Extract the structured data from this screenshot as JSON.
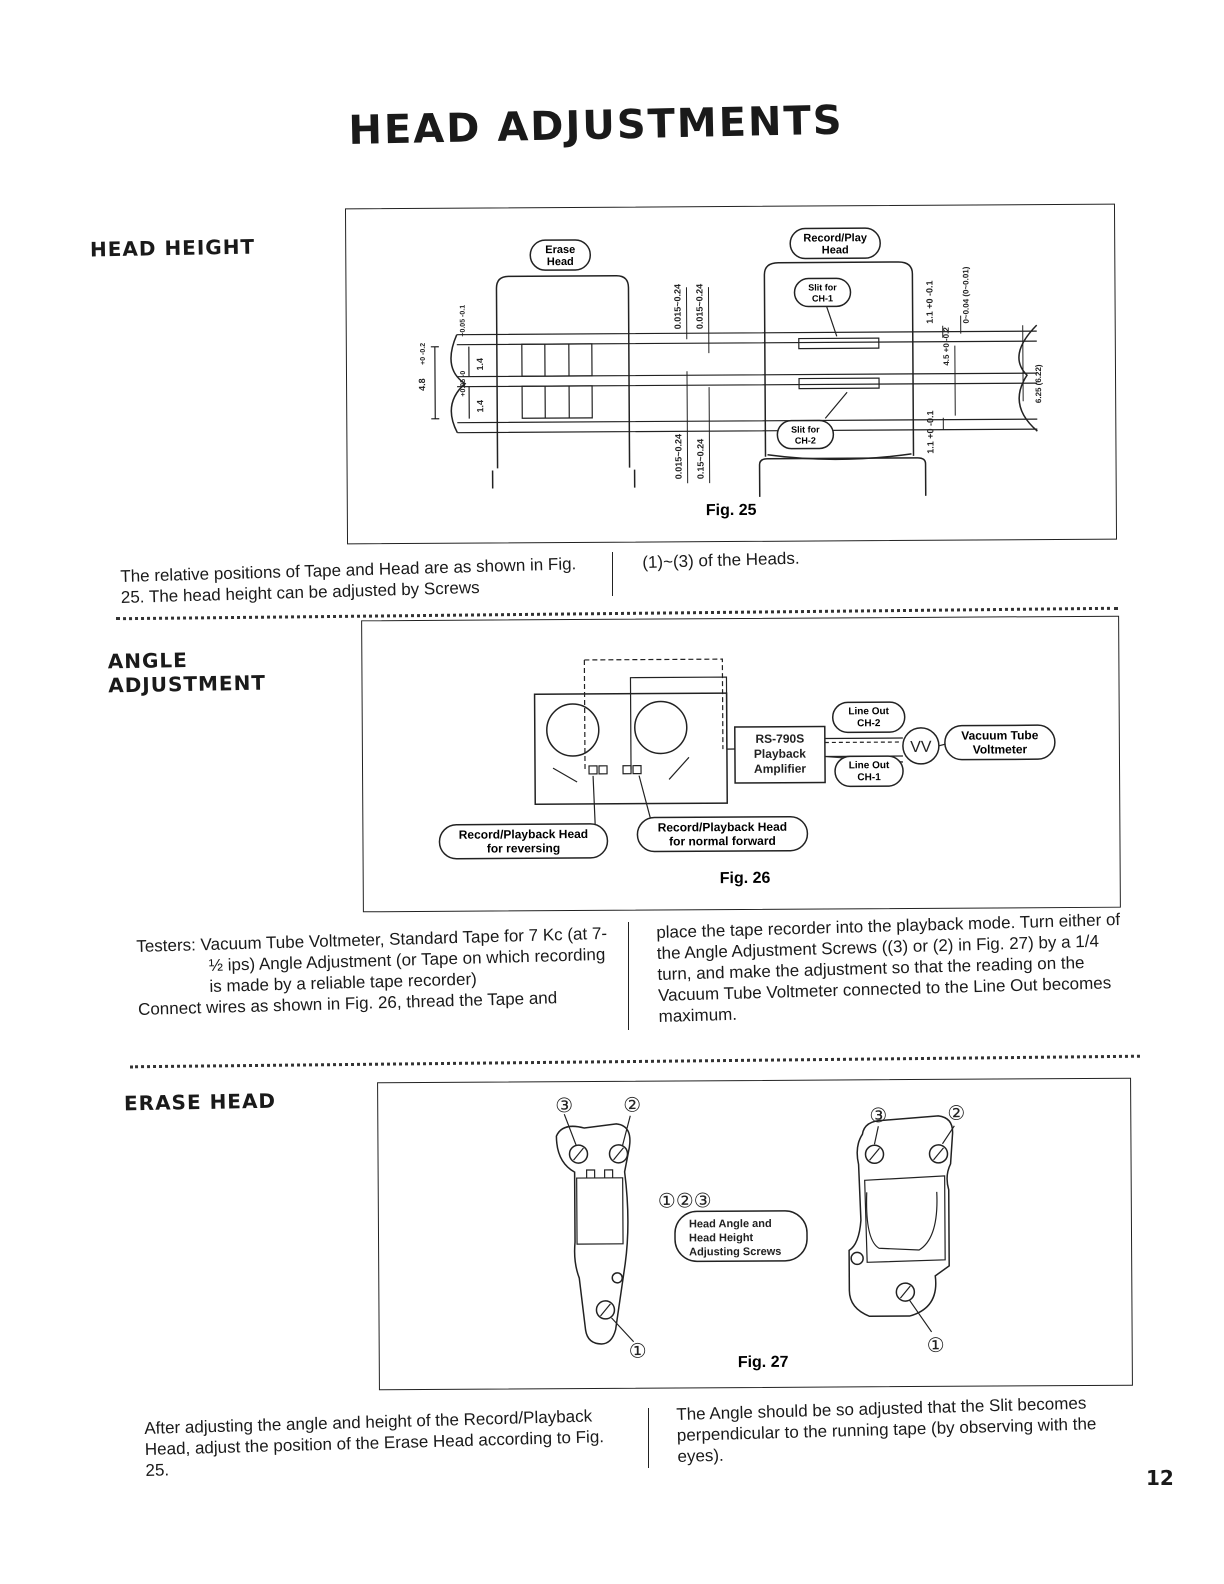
{
  "page": {
    "title": "HEAD ADJUSTMENTS",
    "number": "12"
  },
  "head_height": {
    "title": "HEAD HEIGHT",
    "figure": {
      "label": "Fig. 25",
      "callouts": {
        "erase_head": [
          "Erase",
          "Head"
        ],
        "record_play_head": [
          "Record/Play",
          "Head"
        ],
        "slit_ch1": [
          "Slit for",
          "CH-1"
        ],
        "slit_ch2": [
          "Slit for",
          "CH-2"
        ]
      },
      "dimensions": {
        "d_4_8": "4.8",
        "d_4_8_tol": "+0 -0.2",
        "d_1_4_upper": "1.4",
        "d_1_4_upper_tol": "+0.05 -0.1",
        "d_1_4_lower": "1.4",
        "d_1_4_lower_tol": "+0.05 -0",
        "top_a": "0.015~0.24",
        "top_b": "0.015~0.24",
        "bottom_a": "0.015~0.24",
        "bottom_b": "0.15~0.24",
        "right_top": "1.1 +0 -0.1",
        "right_bottom": "1.1 +0 -0.1",
        "right_gap": "0~0.04 (0~0.01)",
        "right_4_5": "4.5 +0 -0.2",
        "tape_width": "6.25 (6.22)"
      }
    },
    "text_left": "The relative positions of Tape and Head are as shown in Fig. 25.  The head height can be adjusted by Screws",
    "text_right": "(1)~(3) of the Heads."
  },
  "angle_adjustment": {
    "title_lines": [
      "ANGLE",
      "ADJUSTMENT"
    ],
    "figure": {
      "label": "Fig. 26",
      "amplifier": [
        "RS-790S",
        "Playback",
        "Amplifier"
      ],
      "line_out_ch2": [
        "Line Out",
        "CH-2"
      ],
      "line_out_ch1": [
        "Line Out",
        "CH-1"
      ],
      "vtvm_symbol": "VV",
      "vtvm_label": [
        "Vacuum Tube",
        "Voltmeter"
      ],
      "head_reversing": [
        "Record/Playback Head",
        "for reversing"
      ],
      "head_forward": [
        "Record/Playback Head",
        "for normal forward"
      ]
    },
    "testers_label": "Testers:",
    "testers_text": "Vacuum Tube Voltmeter, Standard Tape for 7 Kc (at 7-½ ips) Angle Adjustment (or Tape on which recording is made by a reliable tape recorder)",
    "text_left_cont": "Connect wires as shown in Fig. 26, thread the Tape and",
    "text_right": "place the tape recorder into the playback mode.  Turn either of the Angle Adjustment Screws ((3) or (2) in Fig. 27) by a 1/4 turn, and make the adjustment so that the reading on the Vacuum Tube Voltmeter connected to the Line Out becomes maximum."
  },
  "erase_head": {
    "title": "ERASE HEAD",
    "figure": {
      "label": "Fig. 27",
      "screw_1": "①",
      "screw_2": "②",
      "screw_3": "③",
      "screws_legend": "①②③",
      "callout": [
        "Head Angle and",
        "Head Height",
        "Adjusting Screws"
      ]
    },
    "text_left": "After adjusting the angle and height of the Record/Playback Head, adjust the position of the Erase Head according to Fig. 25.",
    "text_right": "The Angle should be so adjusted that the Slit becomes perpendicular to the running tape (by observing with the eyes)."
  }
}
